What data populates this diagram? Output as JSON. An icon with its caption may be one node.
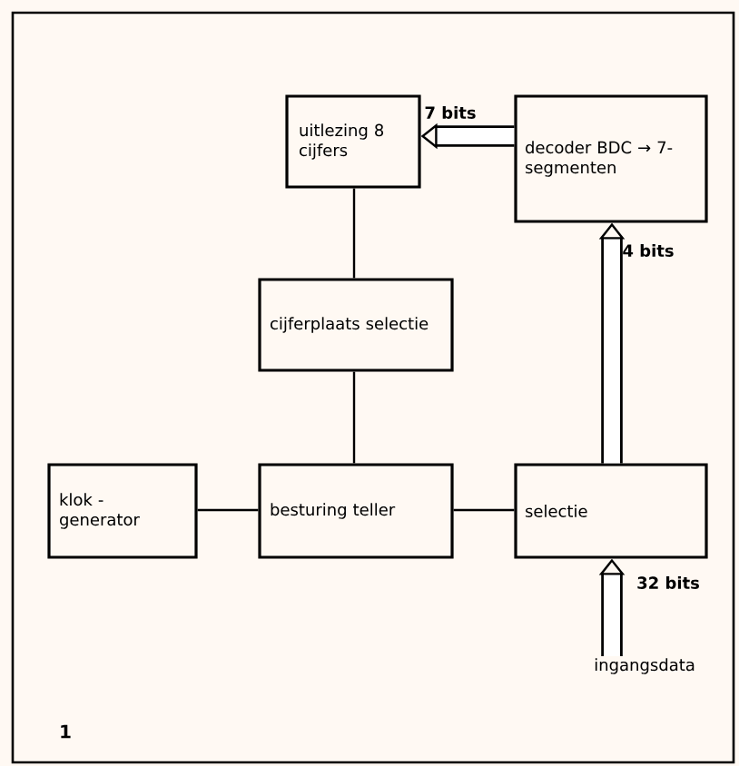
{
  "diagram": {
    "nodes": [
      {
        "text": [
          "uitlezing 8 cijfers"
        ]
      },
      {
        "text": [
          "decoder BDC → 7- segmenten"
        ]
      },
      {
        "text": [
          "cijferplaats selectie"
        ]
      },
      {
        "text": [
          "klok - generator"
        ]
      },
      {
        "text": [
          "besturing teller"
        ]
      },
      {
        "text": [
          "selectie"
        ]
      },
      {
        "text": [
          "ingangsdata"
        ]
      }
    ],
    "edges": [
      {
        "from": 1,
        "to": 0,
        "arrow": "to",
        "label": "7 bits",
        "style": "thick"
      },
      {
        "from": 0,
        "to": 2,
        "arrow": "none"
      },
      {
        "from": 2,
        "to": 4,
        "arrow": "none"
      },
      {
        "from": 3,
        "to": 4,
        "arrow": "none"
      },
      {
        "from": 4,
        "to": 5,
        "arrow": "none"
      },
      {
        "from": 5,
        "to": 1,
        "arrow": "to",
        "label": "4 bits",
        "style": "thick"
      },
      {
        "from": 6,
        "to": 5,
        "arrow": "to",
        "label": "32 bits",
        "style": "thick"
      }
    ],
    "labels": [
      "1"
    ]
  }
}
